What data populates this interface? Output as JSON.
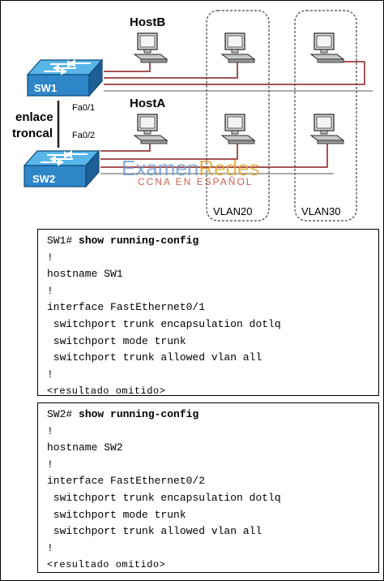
{
  "diagram": {
    "hosts": {
      "hostB": "HostB",
      "hostA": "HostA"
    },
    "switches": {
      "sw1": "SW1",
      "sw2": "SW2"
    },
    "ports": {
      "sw1_port": "Fa0/1",
      "sw2_port": "Fa0/2"
    },
    "trunk_label": {
      "line1": "enlace",
      "line2": "troncal"
    },
    "vlans": {
      "vlan20": "VLAN20",
      "vlan30": "VLAN30"
    },
    "watermark": {
      "brand_part1": "Examen",
      "brand_part2": "Redes",
      "subtitle": "CCNA EN ESPAÑOL"
    },
    "colors": {
      "switch_blue": "#2e86c9",
      "link_red": "#8b1a1a",
      "watermark_blue": "#5f95d0",
      "watermark_red": "#c0392b"
    }
  },
  "config_sw1": {
    "lines": [
      {
        "prompt": "SW1#",
        "command": " show running-config"
      },
      {
        "text": "!"
      },
      {
        "text": "hostname SW1"
      },
      {
        "text": "!"
      },
      {
        "text": "interface FastEthernet0/1"
      },
      {
        "text": " switchport trunk encapsulation dotlq"
      },
      {
        "text": " switchport mode trunk"
      },
      {
        "text": " switchport trunk allowed vlan all"
      },
      {
        "text": "!"
      },
      {
        "text": "<resultado omitido>"
      }
    ]
  },
  "config_sw2": {
    "lines": [
      {
        "prompt": "SW2#",
        "command": " show running-config"
      },
      {
        "text": "!"
      },
      {
        "text": "hostname SW2"
      },
      {
        "text": "!"
      },
      {
        "text": "interface FastEthernet0/2"
      },
      {
        "text": " switchport trunk encapsulation dotlq"
      },
      {
        "text": " switchport mode trunk"
      },
      {
        "text": " switchport trunk allowed vlan all"
      },
      {
        "text": "!"
      },
      {
        "text": "<resultado omitido>"
      }
    ]
  }
}
